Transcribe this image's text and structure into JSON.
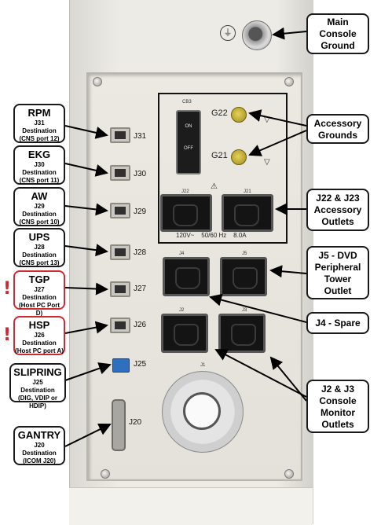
{
  "left_callouts": [
    {
      "id": "rpm",
      "title": "RPM",
      "jack": "J31",
      "dest_label": "Destination",
      "dest": "(CNS port 12)",
      "warning": false
    },
    {
      "id": "ekg",
      "title": "EKG",
      "jack": "J30",
      "dest_label": "Destination",
      "dest": "(CNS port 11)",
      "warning": false
    },
    {
      "id": "aw",
      "title": "AW",
      "jack": "J29",
      "dest_label": "Destination",
      "dest": "(CNS port 10)",
      "warning": false
    },
    {
      "id": "ups",
      "title": "UPS",
      "jack": "J28",
      "dest_label": "Destination",
      "dest": "(CNS port 13)",
      "warning": false
    },
    {
      "id": "tgp",
      "title": "TGP",
      "jack": "J27",
      "dest_label": "Destination",
      "dest": "(Host PC Port D)",
      "warning": true
    },
    {
      "id": "hsp",
      "title": "HSP",
      "jack": "J26",
      "dest_label": "Destination",
      "dest": "(Host PC port A)",
      "warning": true
    },
    {
      "id": "slipring",
      "title": "SLIPRING",
      "jack": "J25",
      "dest_label": "Destination",
      "dest": "(DIG, VDIP or HDIP)",
      "warning": false
    },
    {
      "id": "gantry",
      "title": "GANTRY",
      "jack": "J20",
      "dest_label": "Destination",
      "dest": "(ICOM J20)",
      "warning": false
    }
  ],
  "warning_mark": "!",
  "right_callouts": [
    {
      "id": "main-ground",
      "lines": [
        "Main",
        "Console",
        "Ground"
      ]
    },
    {
      "id": "accessory-grounds",
      "lines": [
        "Accessory",
        "Grounds"
      ]
    },
    {
      "id": "accessory-outlets",
      "lines": [
        "J22 & J23",
        "Accessory",
        "Outlets"
      ]
    },
    {
      "id": "peripheral-outlet",
      "lines": [
        "J5 - DVD",
        "Peripheral",
        "Tower",
        "Outlet"
      ]
    },
    {
      "id": "spare",
      "lines": [
        "J4 - Spare"
      ]
    },
    {
      "id": "monitor-outlets",
      "lines": [
        "J2 & J3",
        "Console",
        "Monitor",
        "Outlets"
      ]
    }
  ],
  "jack_labels": [
    "J31",
    "J30",
    "J29",
    "J28",
    "J27",
    "J26",
    "J25",
    "J20"
  ],
  "panel": {
    "cb_label": "CB3",
    "breaker_on": "ON",
    "breaker_off": "OFF",
    "ground_labels": [
      "G22",
      "G21"
    ],
    "outlet_labels": [
      "J22",
      "J21",
      "J4",
      "J5",
      "J2",
      "J3",
      "J1"
    ],
    "rating": "120V~    50/60 Hz    8.0A"
  }
}
